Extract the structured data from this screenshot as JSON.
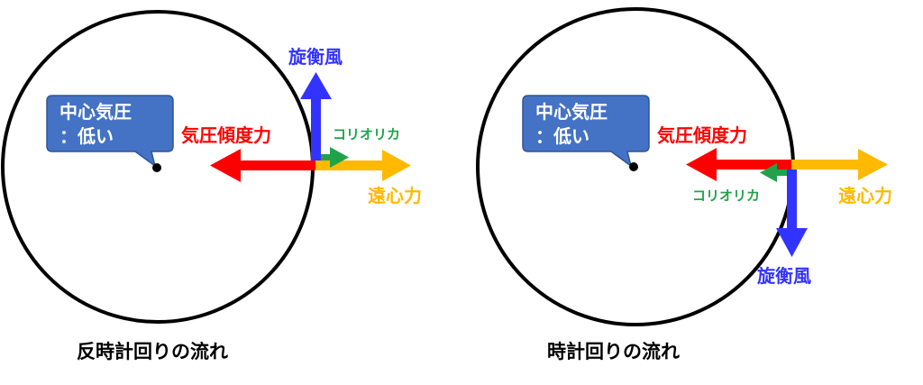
{
  "colors": {
    "pressure_gradient": "#ff0000",
    "coriolis": "#1fa34a",
    "centrifugal": "#ffb900",
    "gradient_wind": "#3333ff",
    "callout": "#4472c4"
  },
  "left": {
    "callout_line1": "中心気圧",
    "callout_line2": "：低い",
    "pressure_gradient": "気圧傾度力",
    "coriolis": "コリオリカ",
    "centrifugal": "遠心力",
    "gradient_wind": "旋衡風",
    "caption": "反時計回りの流れ"
  },
  "right": {
    "callout_line1": "中心気圧",
    "callout_line2": "：低い",
    "pressure_gradient": "気圧傾度力",
    "coriolis": "コリオリカ",
    "centrifugal": "遠心力",
    "gradient_wind": "旋衡風",
    "caption": "時計回りの流れ"
  }
}
